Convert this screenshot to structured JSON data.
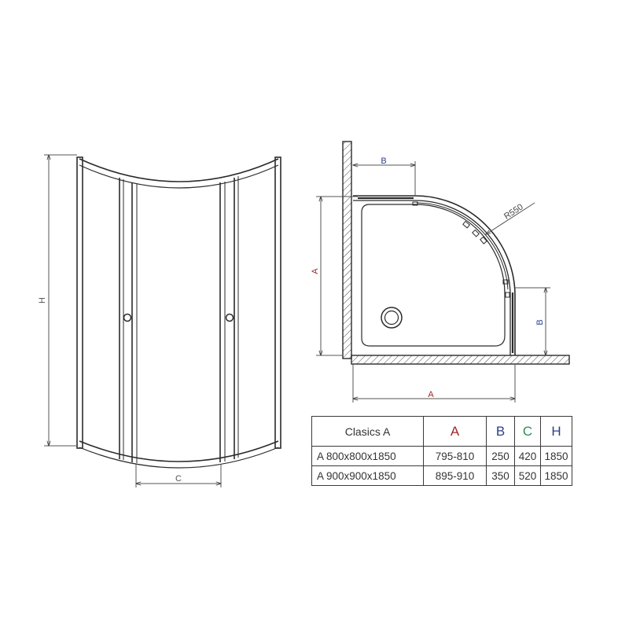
{
  "front_view": {
    "height_label": "H",
    "width_label": "C"
  },
  "plan_view": {
    "side_label": "A",
    "bottom_label": "A",
    "offset_top_label": "B",
    "offset_right_label": "B",
    "radius_label": "R550"
  },
  "spec_table": {
    "headers": {
      "model": "Clasics A",
      "a": "A",
      "b": "B",
      "c": "C",
      "h": "H"
    },
    "rows": [
      {
        "model": "A 800x800x1850",
        "a": "795-810",
        "b": "250",
        "c": "420",
        "h": "1850"
      },
      {
        "model": "A 900x900x1850",
        "a": "895-910",
        "b": "350",
        "c": "520",
        "h": "1850"
      }
    ]
  },
  "colors": {
    "line": "#2b2b2b",
    "dim_line": "#555555",
    "a_color": "#a0282a",
    "b_color": "#2a3f8f",
    "c_color": "#2e8b57",
    "h_color": "#2a3f8f"
  }
}
